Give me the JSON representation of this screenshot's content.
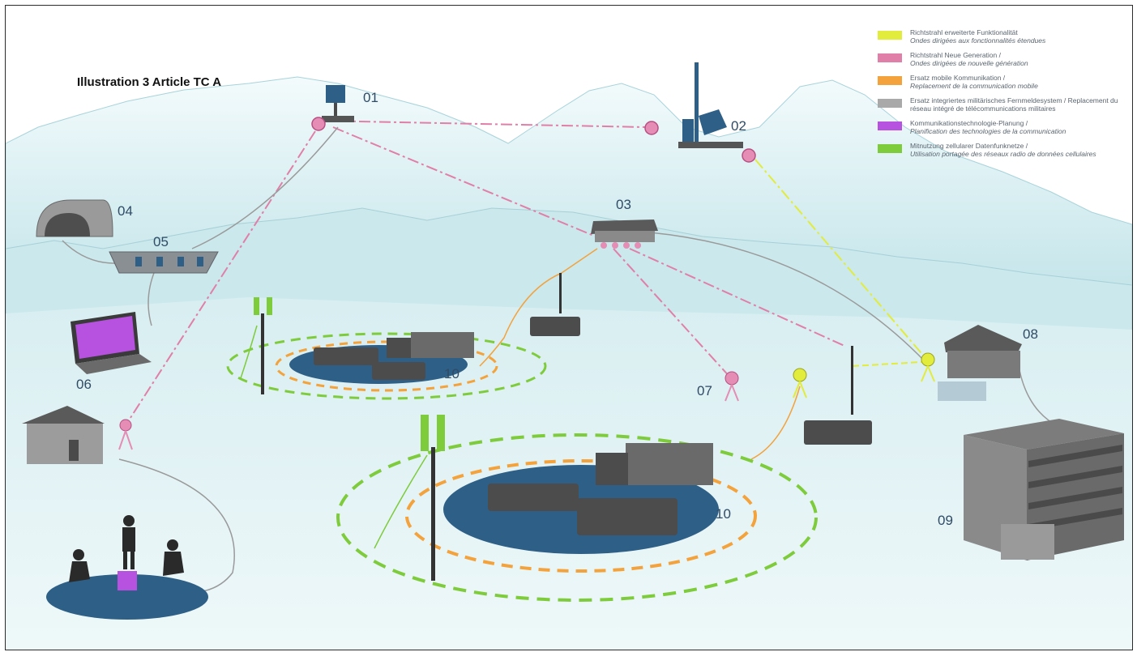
{
  "figure": {
    "title": "Illustration 3 Article TC A"
  },
  "labels": {
    "n01": "01",
    "n02": "02",
    "n03": "03",
    "n04": "04",
    "n05": "05",
    "n06": "06",
    "n07": "07",
    "n08": "08",
    "n09": "09",
    "n10a": "10",
    "n10b": "10"
  },
  "legend": [
    {
      "color": "#e2ec3c",
      "de": "Richtstrahl erweiterte Funktionalität",
      "fr": "Ondes dirigées aux fonctionnalités étendues"
    },
    {
      "color": "#e07fa8",
      "de": "Richtstrahl Neue Generation /",
      "fr": "Ondes dirigées de nouvelle génération"
    },
    {
      "color": "#f3a23c",
      "de": "Ersatz mobile Kommunikation /",
      "fr": "Replacement de la communication mobile"
    },
    {
      "color": "#a9a9a9",
      "de": "Ersatz integriertes militärisches Fernmeldesystem / Replacement du réseau intégré de télécommunications militaires",
      "fr": ""
    },
    {
      "color": "#b651e0",
      "de": "Kommunikationstechnologie-Planung /",
      "fr": "Planification des technologies de la communication"
    },
    {
      "color": "#7ecb3c",
      "de": "Mitnutzung zellularer Datenfunknetze /",
      "fr": "Utilisation portagée des réseaux radio de données cellulaires"
    }
  ],
  "colors": {
    "mountain": "#c9e6ea",
    "plain": "#eef7f8",
    "platform": "#2e5f86",
    "vehicle": "#4c4c4c",
    "building": "#7a7a7a"
  }
}
